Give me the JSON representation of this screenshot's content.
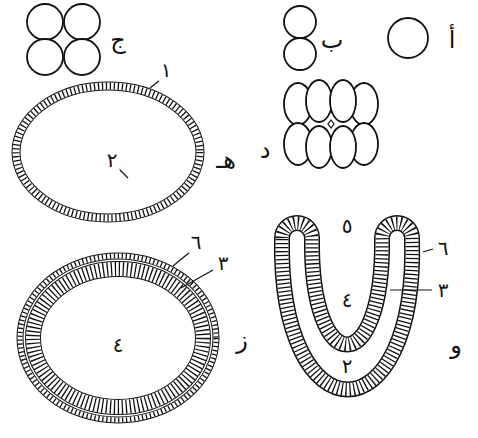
{
  "diagram": {
    "labels": [
      "أ",
      "ب",
      "ج",
      "د",
      "هـ",
      "١",
      "٢",
      "ز",
      "٦",
      "٣",
      "٤",
      "و",
      "٥",
      "٣",
      "٦",
      "٤",
      "٢"
    ]
  }
}
